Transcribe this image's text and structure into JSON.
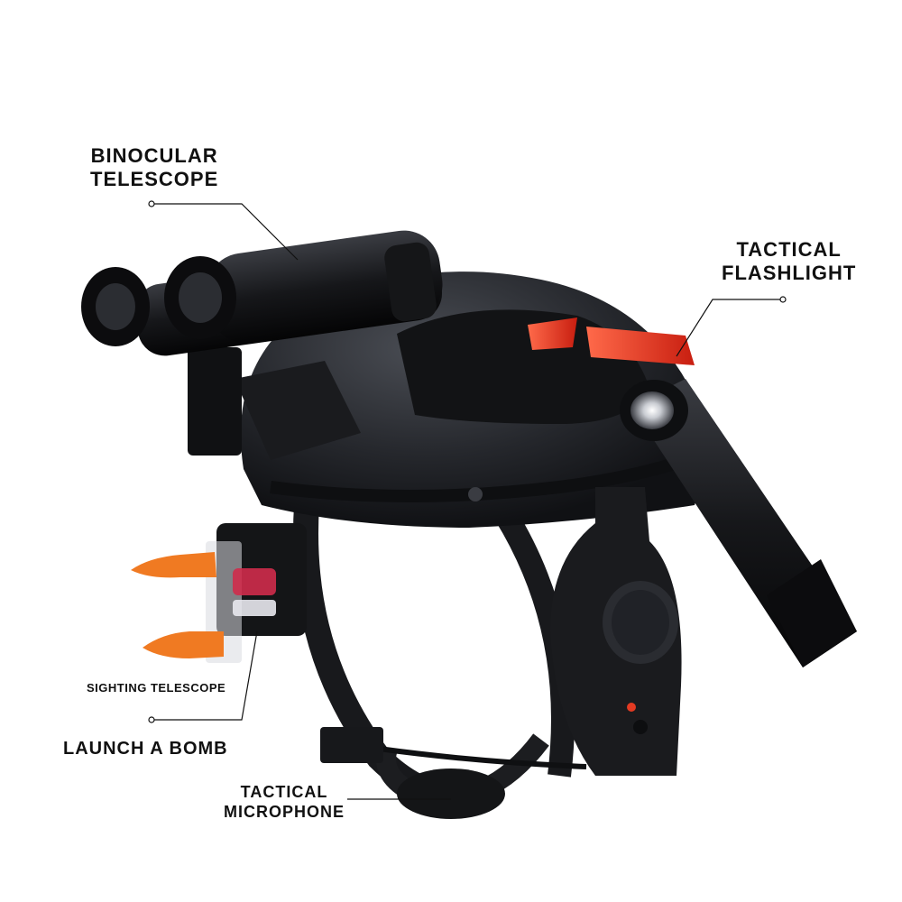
{
  "callouts": {
    "binocular": {
      "line1": "BINOCULAR",
      "line2": "TELESCOPE"
    },
    "flashlight": {
      "line1": "TACTICAL",
      "line2": "FLASHLIGHT"
    },
    "sighting": {
      "text": "SIGHTING TELESCOPE"
    },
    "bomb": {
      "text": "LAUNCH A BOMB"
    },
    "microphone": {
      "line1": "TACTICAL",
      "line2": "MICROPHONE"
    }
  },
  "colors": {
    "background": "#ffffff",
    "helmet": "#202226",
    "accent_red": "#e33a22",
    "dart_orange": "#f07a22",
    "label_text": "#111111"
  }
}
